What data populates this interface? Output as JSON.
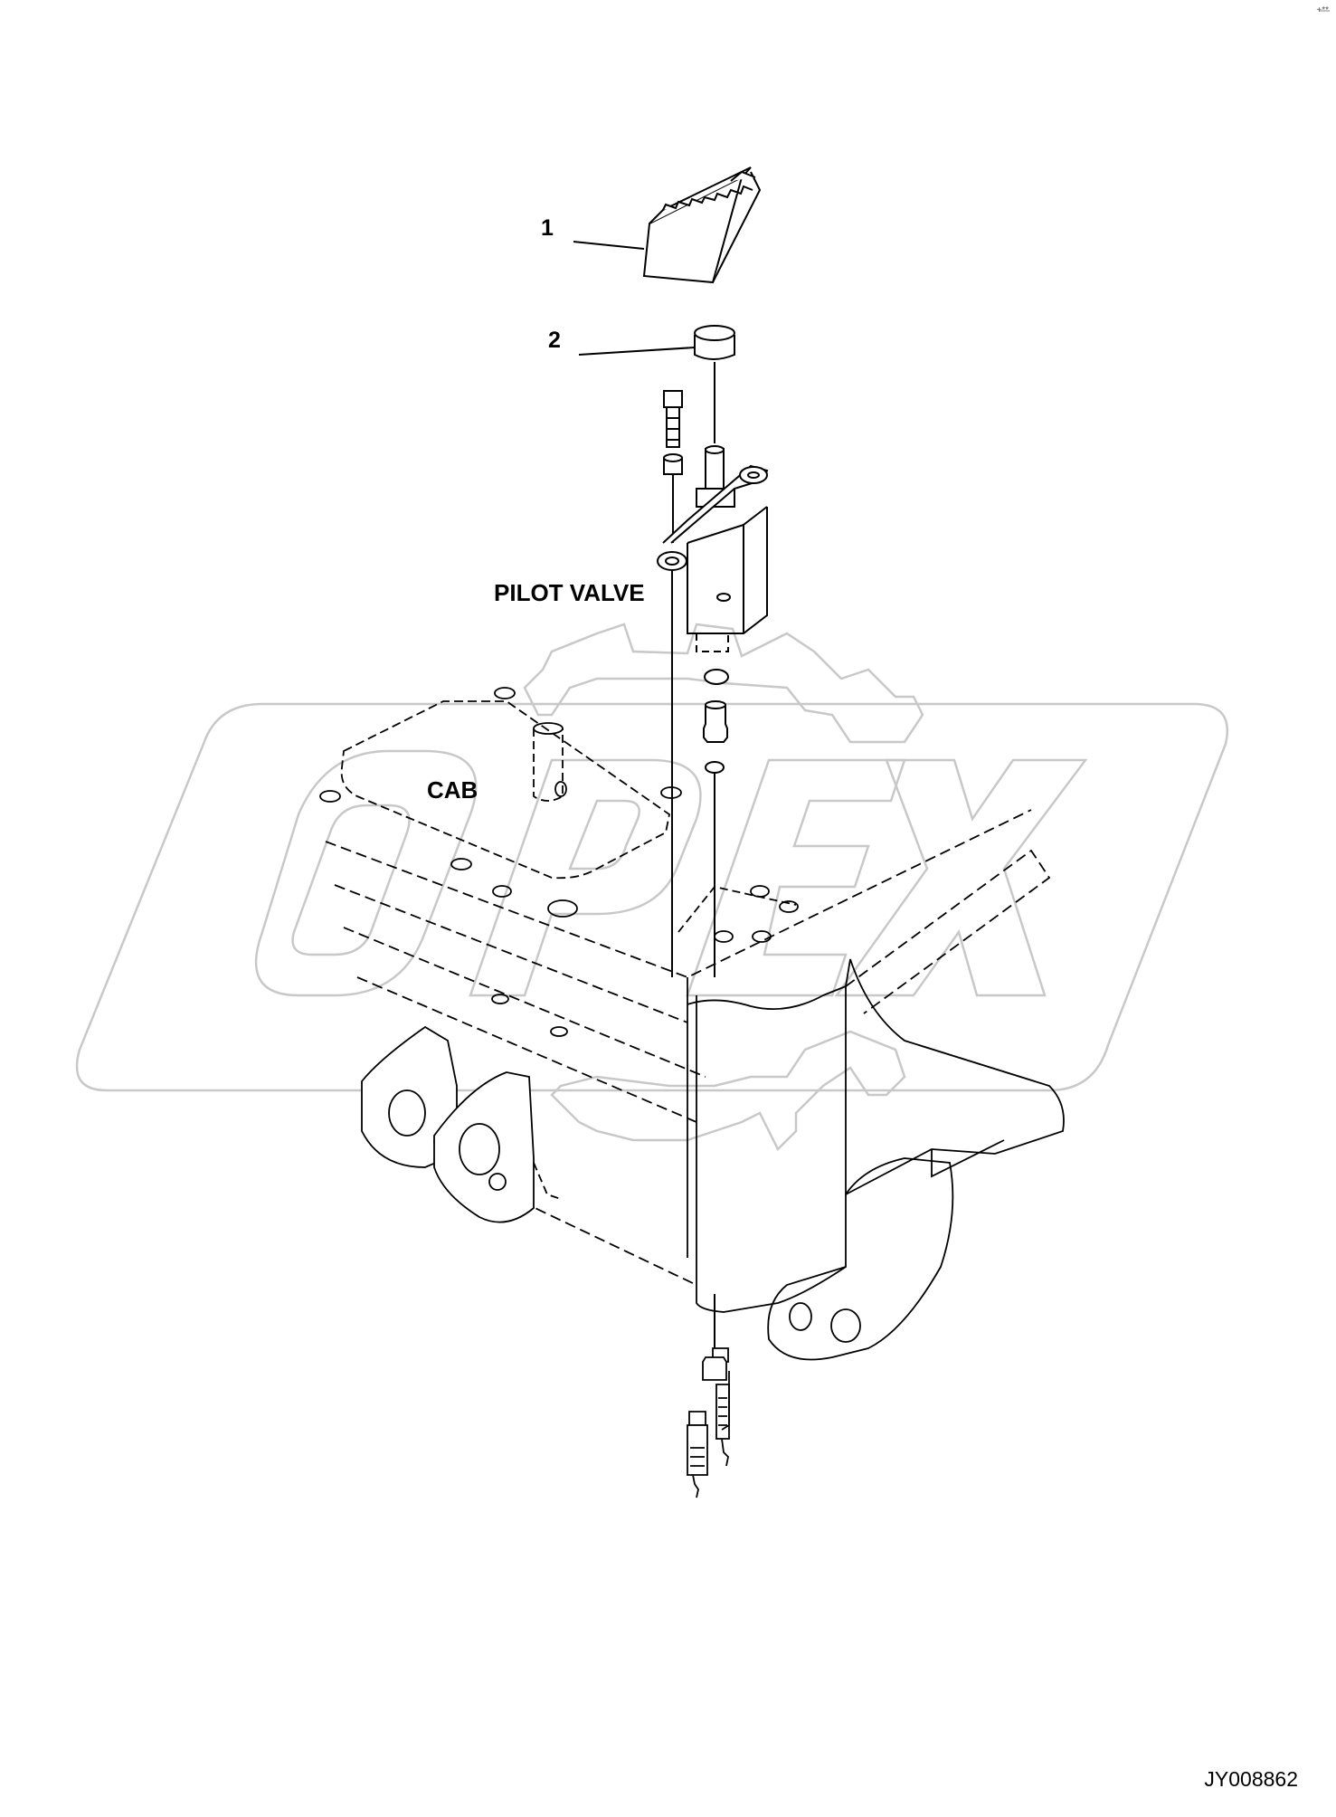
{
  "labels": {
    "callout_1": "1",
    "callout_2": "2",
    "pilot_valve": "PILOT VALVE",
    "cab": "CAB",
    "drawing_code": "JY008862",
    "corner_mark": "+**"
  },
  "watermark": {
    "text": "OPEX",
    "outline_color": "#c8c8c8"
  },
  "colors": {
    "line": "#000000",
    "background": "#ffffff"
  }
}
